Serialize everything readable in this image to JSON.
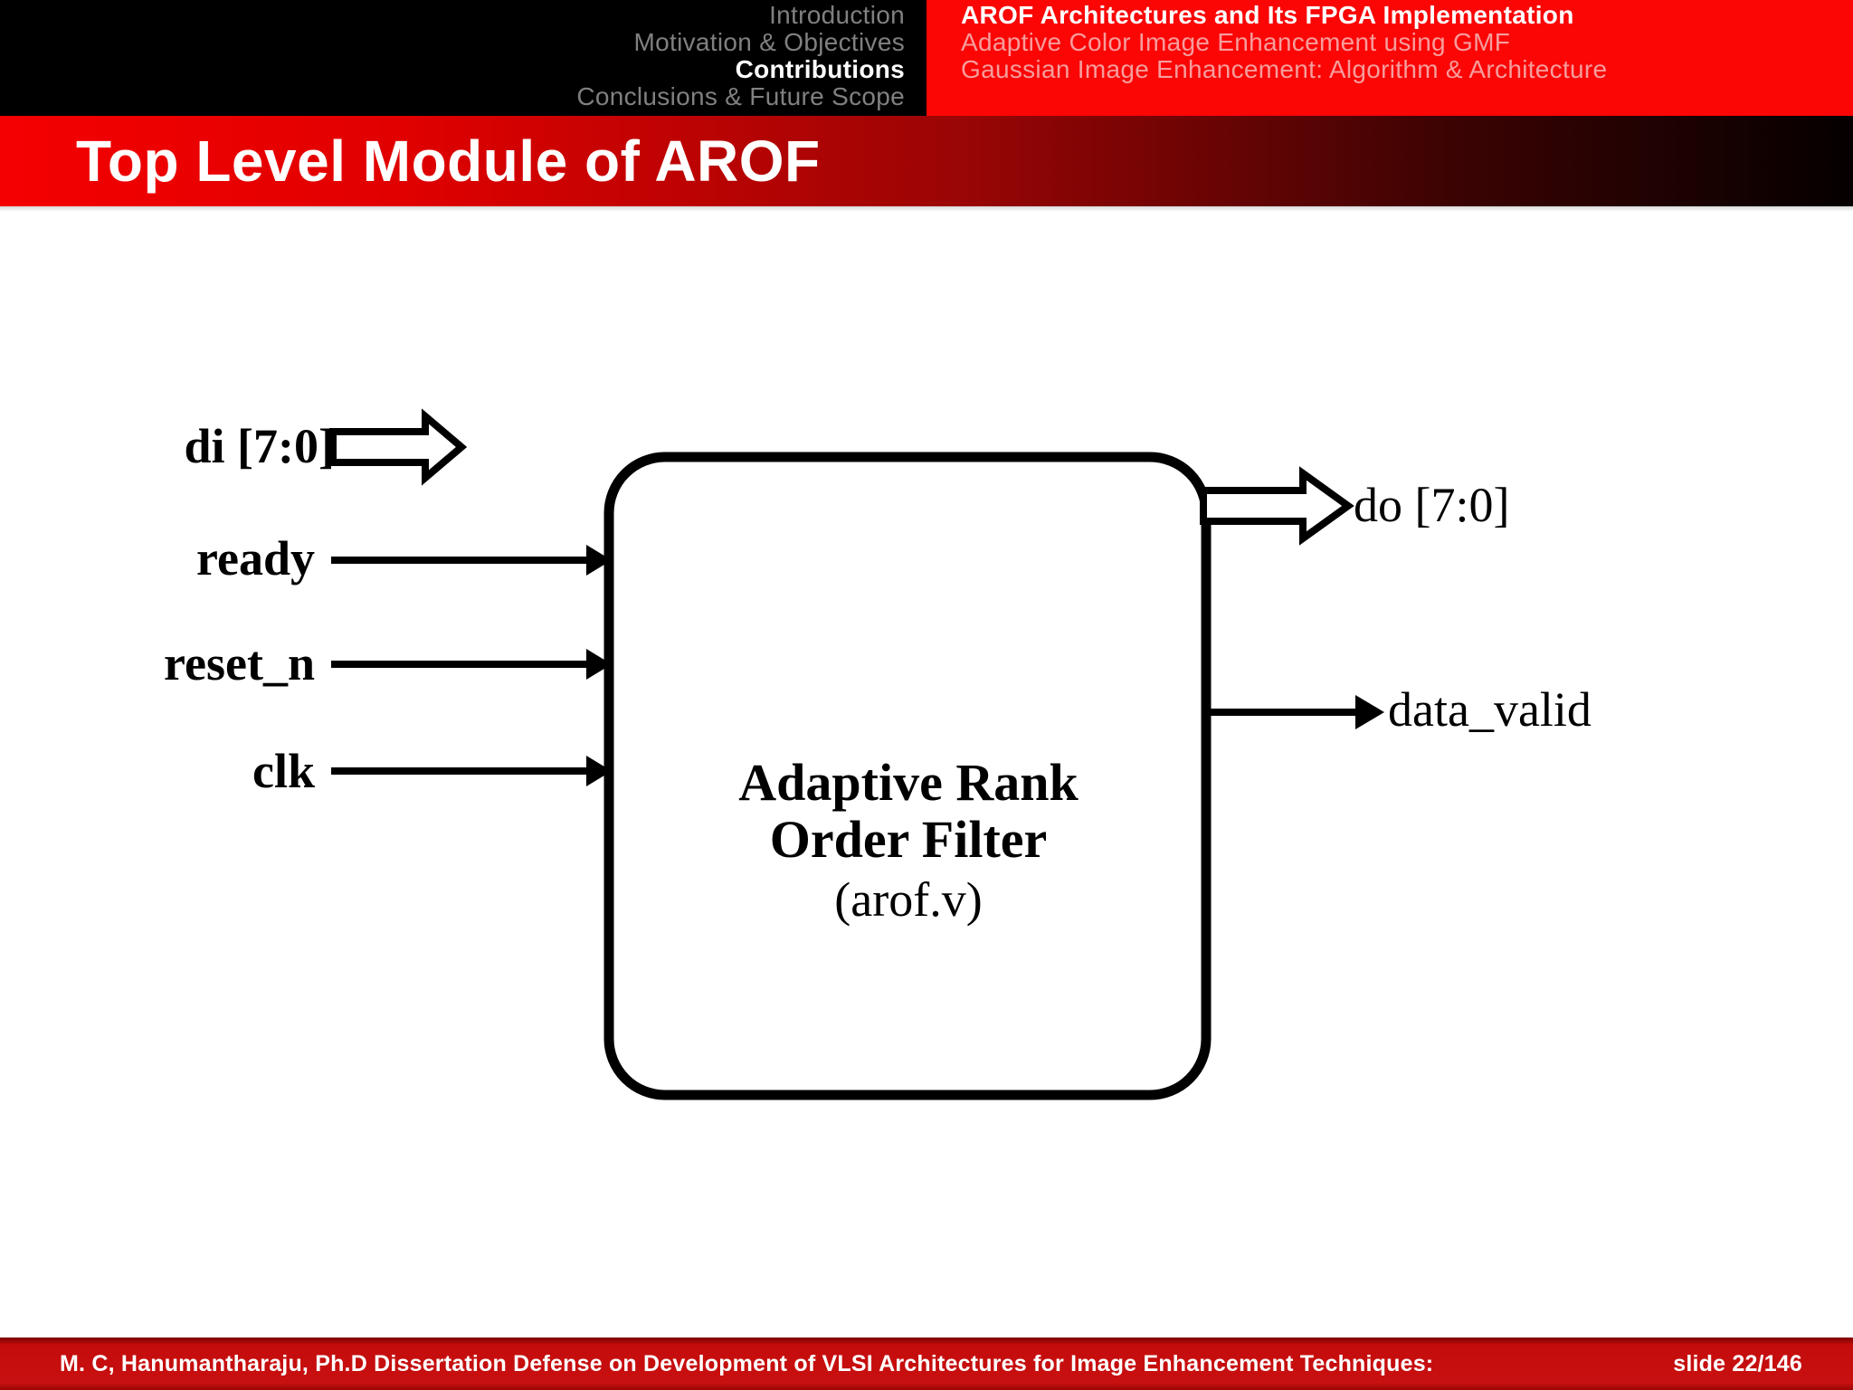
{
  "header": {
    "nav": {
      "items": [
        {
          "label": "Introduction",
          "active": false
        },
        {
          "label": "Motivation & Objectives",
          "active": false
        },
        {
          "label": "Contributions",
          "active": true
        },
        {
          "label": "Conclusions & Future Scope",
          "active": false
        }
      ]
    },
    "subsections": {
      "items": [
        {
          "label": "AROF Architectures and Its FPGA Implementation",
          "active": true
        },
        {
          "label": "Adaptive Color Image Enhancement using GMF",
          "active": false
        },
        {
          "label": "Gaussian Image Enhancement: Algorithm & Architecture",
          "active": false
        }
      ]
    }
  },
  "title": "Top Level Module of AROF",
  "diagram": {
    "block": {
      "line1": "Adaptive Rank",
      "line2": "Order Filter",
      "line3": "(arof.v)"
    },
    "inputs": [
      {
        "label": "di [7:0]",
        "arrow": "block-arrow"
      },
      {
        "label": "ready",
        "arrow": "line-arrow"
      },
      {
        "label": "reset_n",
        "arrow": "line-arrow"
      },
      {
        "label": "clk",
        "arrow": "line-arrow"
      }
    ],
    "outputs": [
      {
        "label": "do [7:0]",
        "arrow": "block-arrow"
      },
      {
        "label": "data_valid",
        "arrow": "line-arrow"
      }
    ]
  },
  "footer": {
    "credit": "M. C, Hanumantharaju, Ph.D Dissertation Defense on Development of VLSI Architectures for Image Enhancement Techniques:",
    "slide": "slide 22/146"
  },
  "colors": {
    "header_red": "#fb0505",
    "header_black": "#000000",
    "title_gradient_start": "#f40000",
    "title_gradient_end": "#050000",
    "footer_red": "#c81010",
    "nav_inactive": "#808080",
    "nav_active": "#ffffff",
    "sub_inactive": "#f79c9c"
  }
}
